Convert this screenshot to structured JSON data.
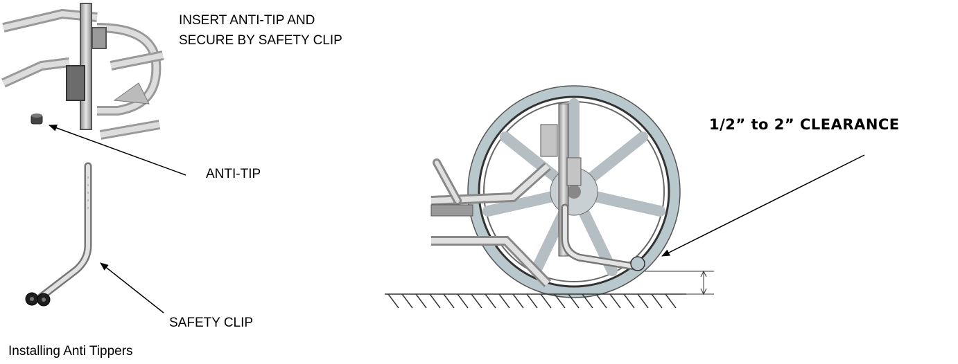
{
  "labels": {
    "insert_line1": "INSERT ANTI-TIP AND",
    "insert_line2": "SECURE BY SAFETY CLIP",
    "anti_tip": "ANTI-TIP",
    "safety_clip": "SAFETY CLIP",
    "caption": "Installing Anti Tippers",
    "clearance": "1/2”  to 2” CLEARANCE"
  },
  "colors": {
    "tire": "#b8c8cc",
    "frame": "#c9c9c9",
    "spoke": "#b5bec2",
    "outline": "#333333"
  }
}
